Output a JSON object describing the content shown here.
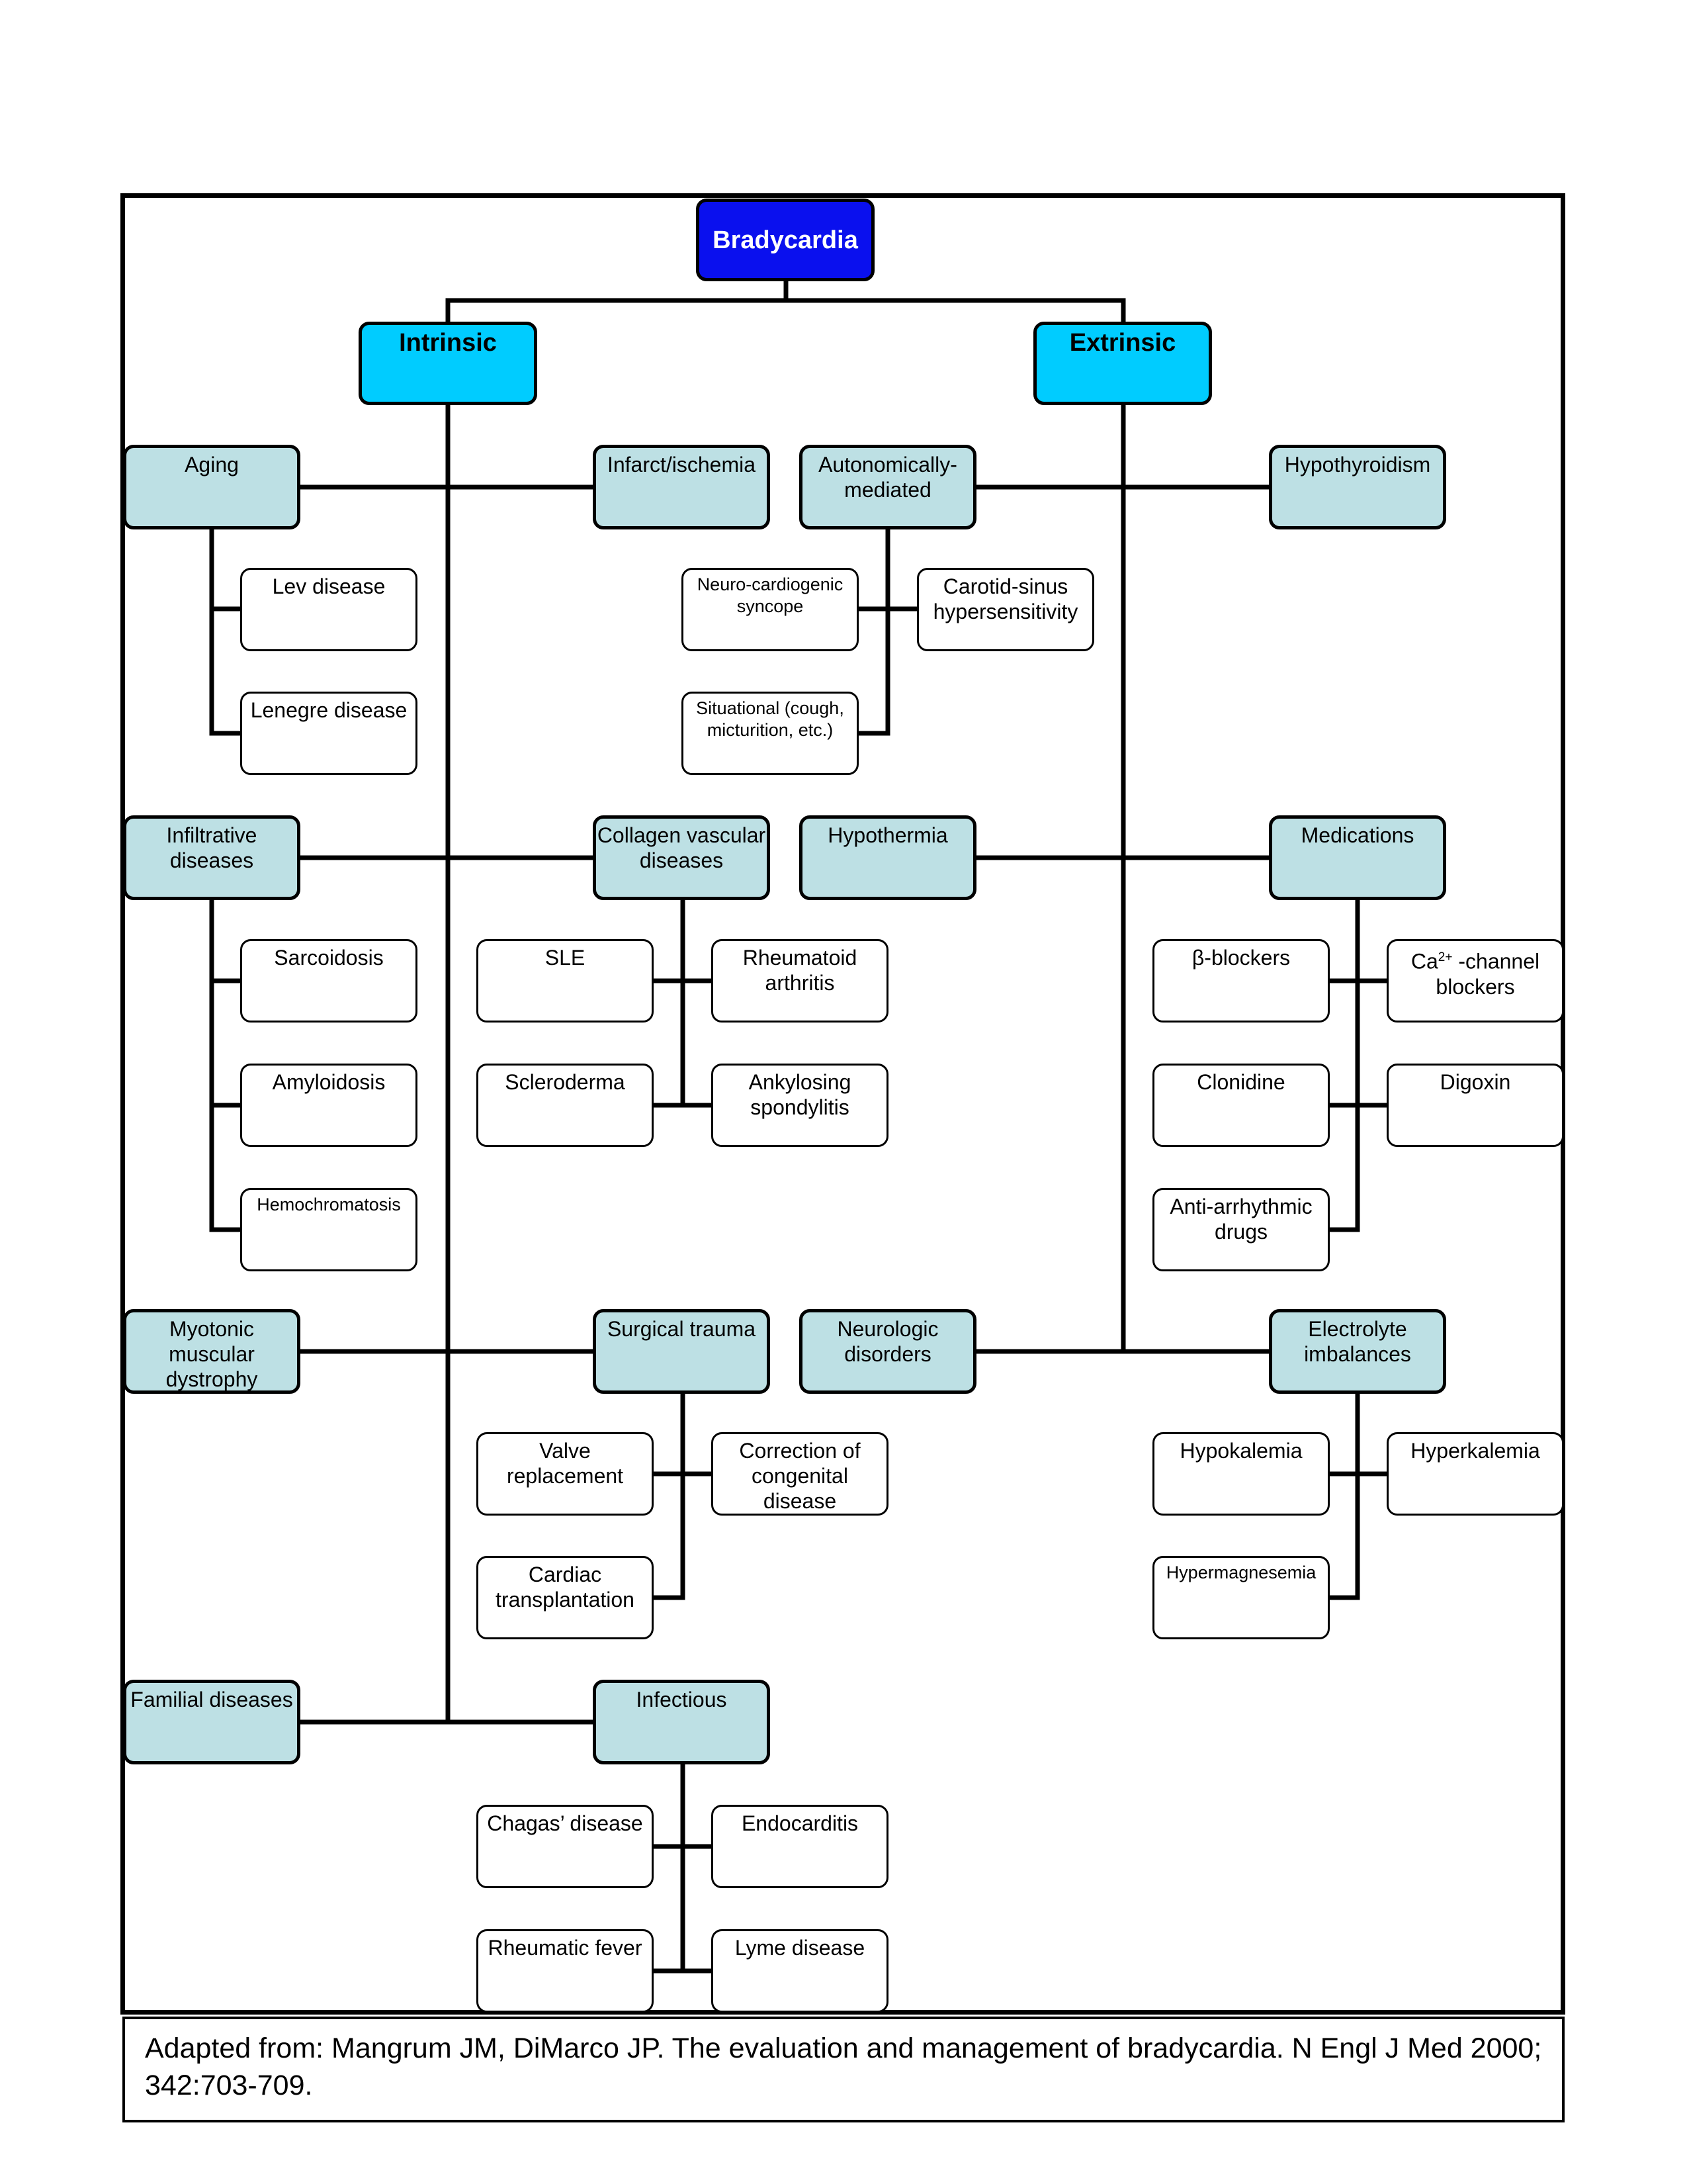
{
  "root": "Bradycardia",
  "branches": {
    "intrinsic": "Intrinsic",
    "extrinsic": "Extrinsic"
  },
  "intrinsic": {
    "aging": {
      "label": "Aging",
      "children": [
        "Lev disease",
        "Lenegre disease"
      ]
    },
    "infarct": {
      "label": "Infarct/ischemia"
    },
    "infiltrative": {
      "label": "Infiltrative diseases",
      "children": [
        "Sarcoidosis",
        "Amyloidosis",
        "Hemochromatosis"
      ]
    },
    "collagen": {
      "label": "Collagen vascular diseases",
      "children": [
        "SLE",
        "Rheumatoid arthritis",
        "Scleroderma",
        "Ankylosing spondylitis"
      ]
    },
    "myotonic": {
      "label": "Myotonic muscular dystrophy"
    },
    "surgical": {
      "label": "Surgical trauma",
      "children": [
        "Valve replacement",
        "Correction of congenital disease",
        "Cardiac transplantation"
      ]
    },
    "familial": {
      "label": "Familial diseases"
    },
    "infectious": {
      "label": "Infectious",
      "children": [
        "Chagas’ disease",
        "Endocarditis",
        "Rheumatic fever",
        "Lyme disease"
      ]
    }
  },
  "extrinsic": {
    "autonomic": {
      "label": "Autonomically-mediated",
      "children": [
        "Neuro-cardiogenic syncope",
        "Carotid-sinus hypersensitivity",
        "Situational (cough, micturition, etc.)"
      ]
    },
    "hypothyroidism": {
      "label": "Hypothyroidism"
    },
    "hypothermia": {
      "label": "Hypothermia"
    },
    "medications": {
      "label": "Medications",
      "children": [
        "β-blockers",
        "Ca",
        "2+",
        " -channel blockers",
        "Clonidine",
        "Digoxin",
        "Anti-arrhythmic drugs"
      ]
    },
    "neurologic": {
      "label": "Neurologic disorders"
    },
    "electrolyte": {
      "label": "Electrolyte imbalances",
      "children": [
        "Hypokalemia",
        "Hyperkalemia",
        "Hypermagnesemia"
      ]
    }
  },
  "citation": "Adapted from: Mangrum JM, DiMarco JP.  The evaluation and management of bradycardia.  N Engl J Med 2000; 342:703-709."
}
